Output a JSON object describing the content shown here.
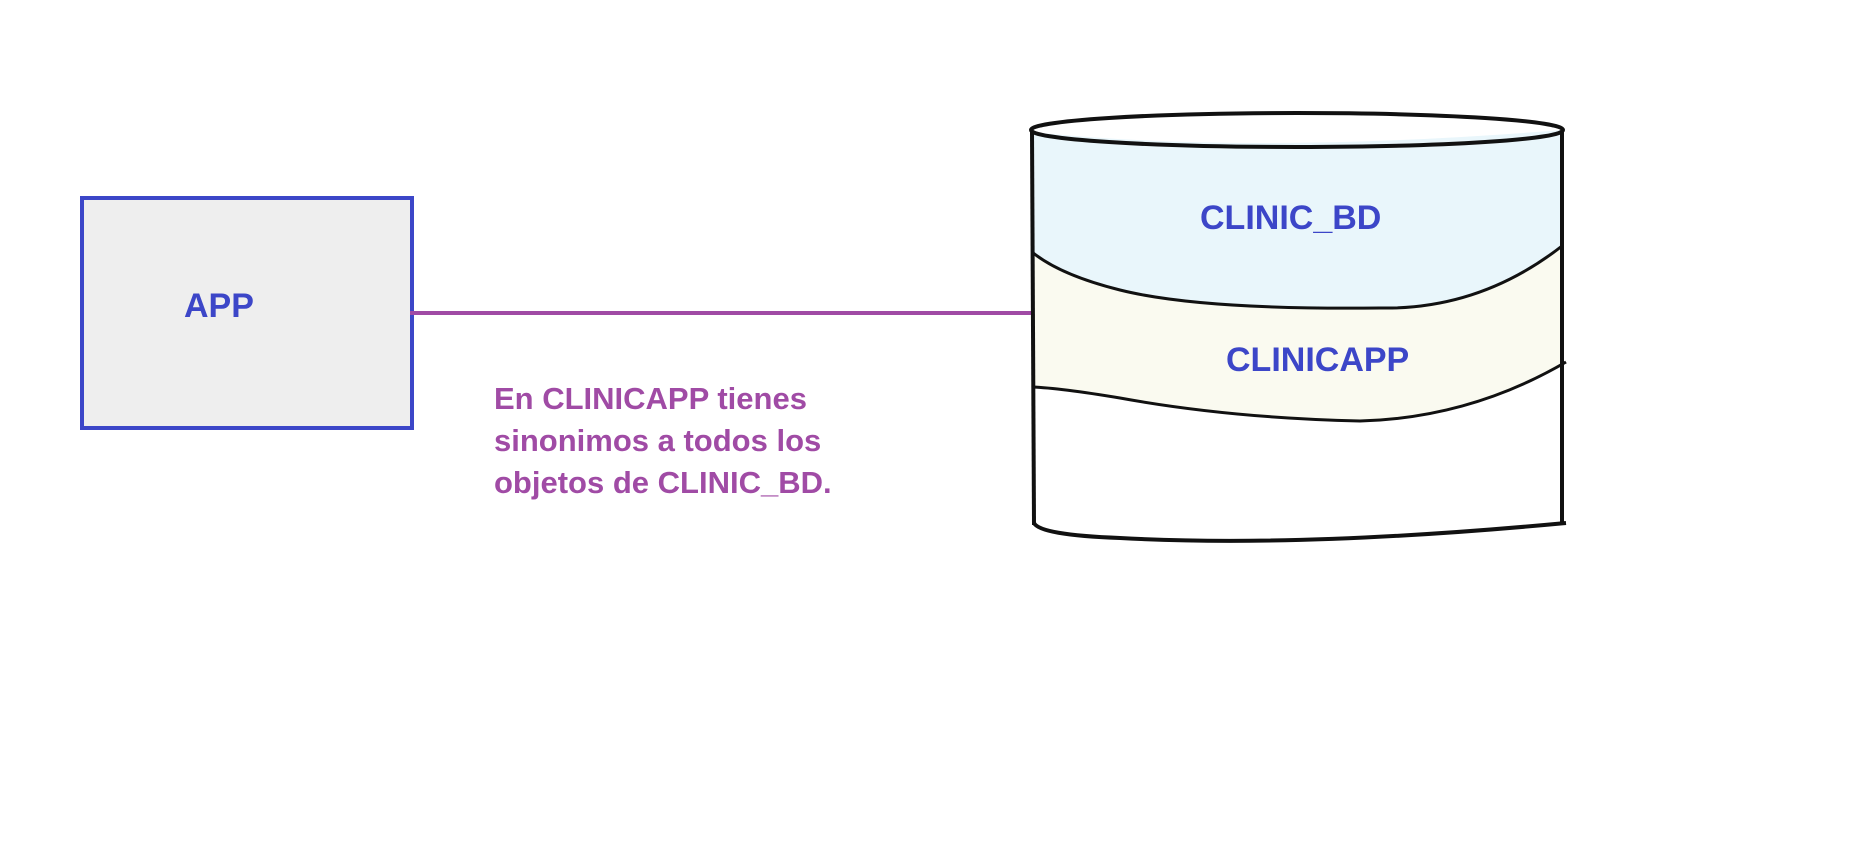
{
  "app_box": {
    "label": "APP",
    "fill": "#eeeeee",
    "border": "#3c46c8"
  },
  "connector": {
    "color": "#a04ba5"
  },
  "database": {
    "layers": [
      {
        "label": "CLINIC_BD",
        "fill": "#e9f6fb"
      },
      {
        "label": "CLINICAPP",
        "fill": "#fafaf0"
      }
    ],
    "outline": "#111111"
  },
  "note": {
    "lines": [
      "En CLINICAPP tienes",
      "sinonimos a todos los",
      "objetos de CLINIC_BD."
    ],
    "color": "#a04ba5"
  },
  "label_color": "#3c46c8"
}
